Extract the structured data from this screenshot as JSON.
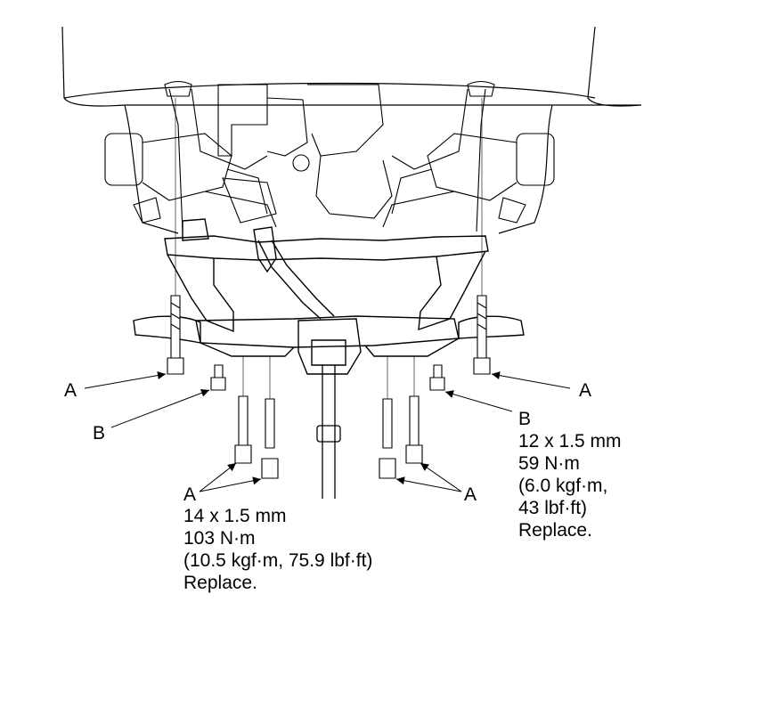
{
  "callouts": {
    "a_left": "A",
    "a_right": "A",
    "b_left": "B",
    "a_bottom_left": "A",
    "a_bottom_right": "A",
    "b_right": "B"
  },
  "spec_left": {
    "size": "14 x 1.5 mm",
    "torque_nm": "103 N·m",
    "torque_alt": "(10.5 kgf·m, 75.9 lbf·ft)",
    "note": "Replace."
  },
  "spec_right": {
    "size": "12 x 1.5 mm",
    "torque_nm": "59 N·m",
    "torque_kgf": "(6.0 kgf·m,",
    "torque_lbf": "43 lbf·ft)",
    "note": "Replace."
  },
  "colors": {
    "line": "#000000",
    "background": "#ffffff"
  }
}
